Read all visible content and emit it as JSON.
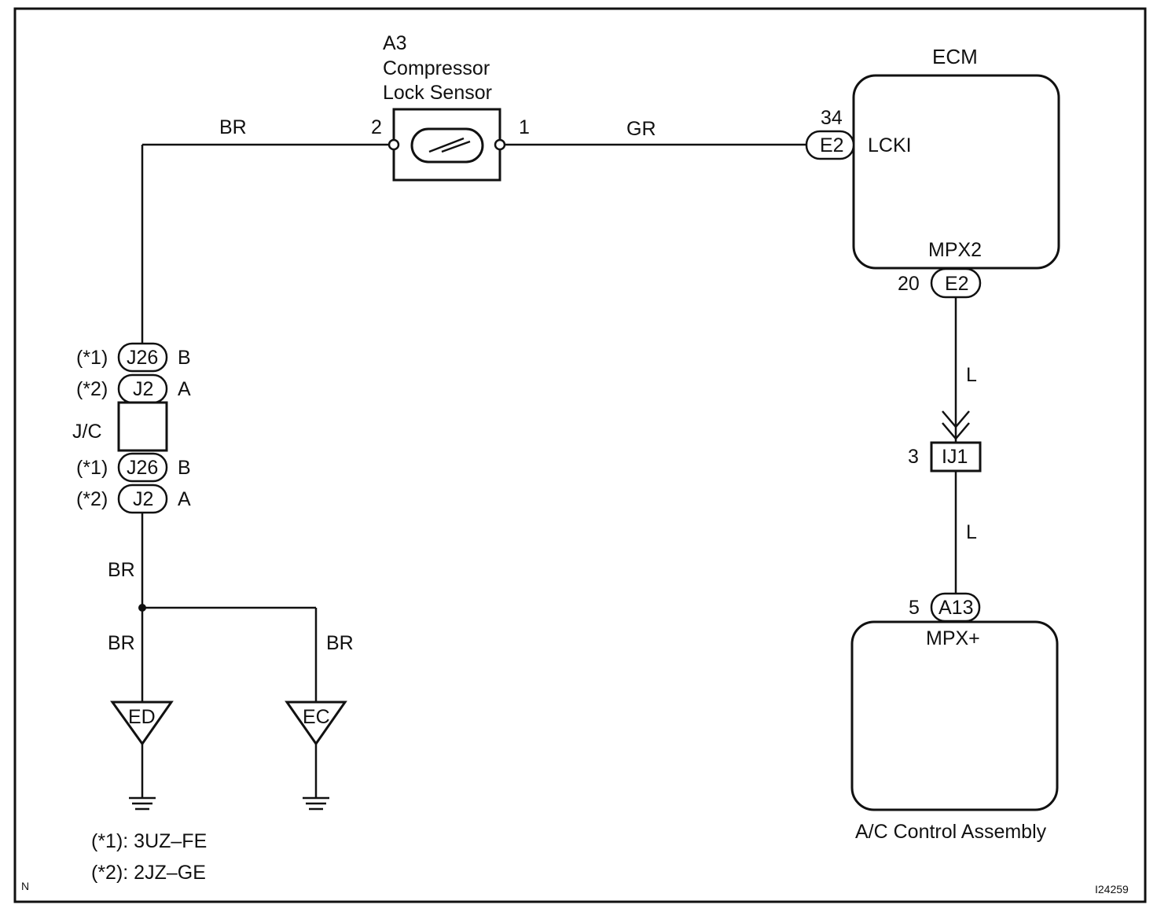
{
  "sensor": {
    "code": "A3",
    "name_line1": "Compressor",
    "name_line2": "Lock Sensor",
    "pin_left": "2",
    "pin_right": "1"
  },
  "wires": {
    "br_top": "BR",
    "gr": "GR",
    "l_upper": "L",
    "l_lower": "L",
    "br_mid": "BR",
    "br_left": "BR",
    "br_right": "BR"
  },
  "ecm": {
    "title": "ECM",
    "pin_lcki": "34",
    "conn_lcki": "E2",
    "sig_lcki": "LCKI",
    "sig_mpx2": "MPX2",
    "pin_mpx2": "20",
    "conn_mpx2": "E2"
  },
  "jc": {
    "label": "J/C",
    "top1_note": "(*1)",
    "top1_conn": "J26",
    "top1_pin": "B",
    "top2_note": "(*2)",
    "top2_conn": "J2",
    "top2_pin": "A",
    "bot1_note": "(*1)",
    "bot1_conn": "J26",
    "bot1_pin": "B",
    "bot2_note": "(*2)",
    "bot2_conn": "J2",
    "bot2_pin": "A"
  },
  "junction": {
    "pin": "3",
    "conn": "IJ1"
  },
  "ac": {
    "pin": "5",
    "conn": "A13",
    "sig": "MPX+",
    "title": "A/C Control Assembly"
  },
  "grounds": {
    "left": "ED",
    "right": "EC"
  },
  "notes": {
    "n1": "(*1): 3UZ–FE",
    "n2": "(*2): 2JZ–GE"
  },
  "corner": {
    "left": "N",
    "right": "I24259"
  }
}
